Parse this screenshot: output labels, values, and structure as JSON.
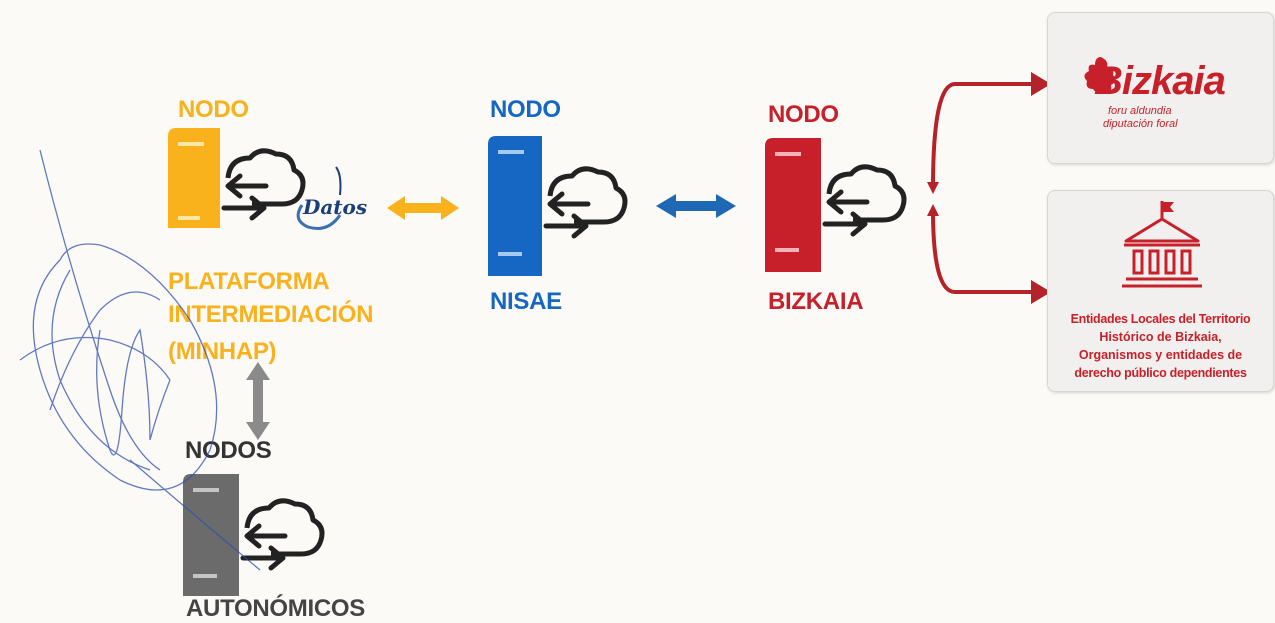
{
  "colors": {
    "orange": "#f9b21c",
    "blue": "#1667c4",
    "red": "#c8202a",
    "gray": "#6b6b6b",
    "arrow_orange": "#f9b21c",
    "arrow_blue": "#1f69b4",
    "arrow_red": "#b5232a",
    "arrow_gray": "#8a8a8a"
  },
  "nodes": {
    "intermediacion": {
      "top_label": "NODO",
      "bottom_label_lines": [
        "PLATAFORMA",
        "INTERMEDIACIÓN",
        "(MINHAP)"
      ],
      "logo_text": "Datos",
      "icon": "server-cloud-sync-icon"
    },
    "nisae": {
      "top_label": "NODO",
      "bottom_label": "NISAE",
      "icon": "server-cloud-sync-icon"
    },
    "bizkaia": {
      "top_label": "NODO",
      "bottom_label": "BIZKAIA",
      "icon": "server-cloud-sync-icon"
    },
    "autonomicos": {
      "top_label": "NODOS",
      "bottom_label": "AUTONÓMICOS",
      "icon": "server-cloud-sync-icon"
    }
  },
  "targets": {
    "diputacion": {
      "brand": "Bizkaia",
      "line1": "foru aldundia",
      "line2": "diputación foral",
      "icon": "oak-leaf-icon"
    },
    "entidades": {
      "icon": "town-hall-icon",
      "text_lines": [
        "Entidades Locales del Territorio",
        "Histórico de Bizkaia,",
        "Organismos y entidades de",
        "derecho público dependientes"
      ]
    }
  }
}
